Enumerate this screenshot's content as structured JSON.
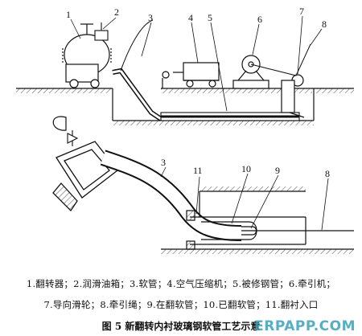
{
  "labels": {
    "n1": "1",
    "n2": "2",
    "n3": "3",
    "n4": "4",
    "n5": "5",
    "n6": "6",
    "n7": "7",
    "n8": "8",
    "d3": "3",
    "d11": "11",
    "d10": "10",
    "d9": "9",
    "d8": "8"
  },
  "legend": {
    "line1": "1.翻转器；2.润滑油箱；3.软管；4.空气压缩机；5.被修钢管；6.牵引机；",
    "line2": "7.导向滑轮；8.牵引绳；9.在翻软管；10.已翻软管；11.翻衬入口"
  },
  "caption": "图 5   新翻转内衬玻璃钢软管工艺示意",
  "watermark": "ERPAPP.COM"
}
